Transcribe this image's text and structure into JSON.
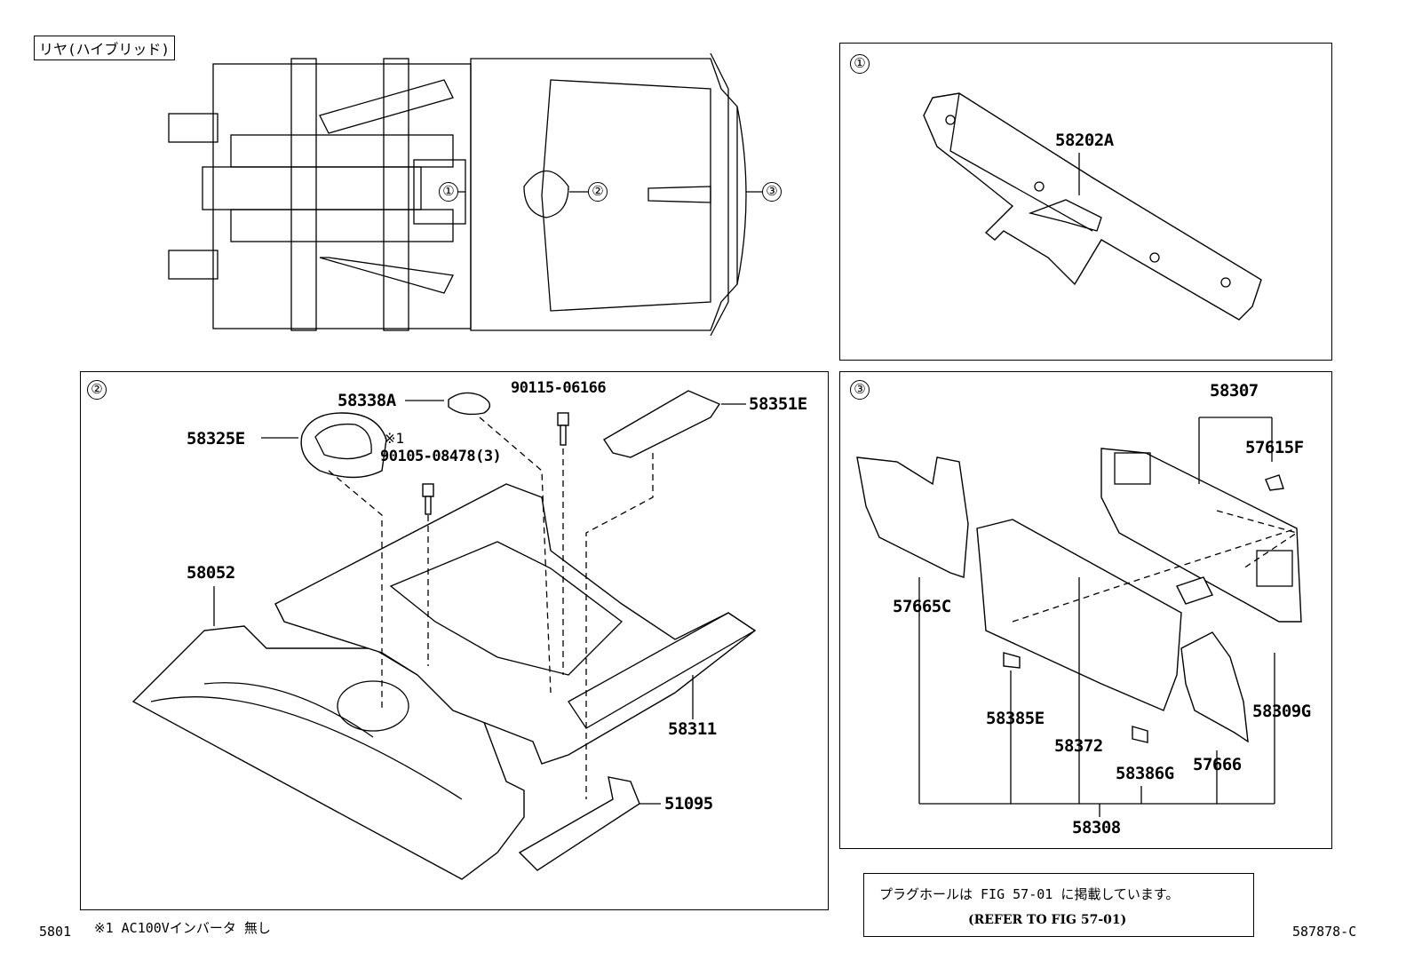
{
  "header_label": "リヤ(ハイブリッド)",
  "callouts": [
    "①",
    "②",
    "③"
  ],
  "panels": {
    "p1": {
      "marker": "①",
      "parts": [
        "58202A"
      ]
    },
    "p2": {
      "marker": "②",
      "parts": [
        "58338A",
        "90115-06166",
        "58351E",
        "58325E",
        "※1",
        "90105-08478(3)",
        "58052",
        "58311",
        "51095"
      ]
    },
    "p3": {
      "marker": "③",
      "parts": [
        "58307",
        "57615F",
        "57665C",
        "58385E",
        "58372",
        "58386G",
        "57666",
        "58309G",
        "58308"
      ]
    }
  },
  "notes": {
    "note_jp": "プラグホールは FIG 57-01 に掲載しています。",
    "note_en": "(REFER TO FIG 57-01)",
    "footnote": "※1 AC100Vインバータ 無し",
    "fig_no": "5801",
    "drawing_id": "587878-C"
  }
}
